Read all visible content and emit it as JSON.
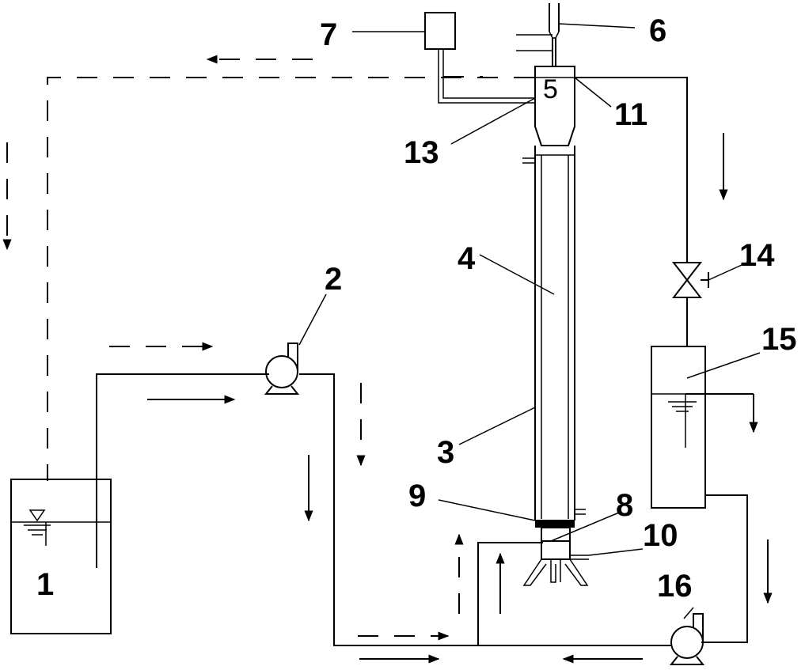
{
  "labels": {
    "tank_feed": "1",
    "pump_feed": "2",
    "outer_tube": "3",
    "inner_tube": "4",
    "top_unit": "5",
    "top_pipe": "6",
    "top_box": "7",
    "bottom_chamber": "8",
    "support_plate": "9",
    "side_port": "10",
    "top_port_right": "11",
    "top_port_left": "13",
    "valve": "14",
    "collection_tank": "15",
    "pump_recycle": "16"
  },
  "colors": {
    "line": "#000000",
    "background": "#ffffff"
  }
}
